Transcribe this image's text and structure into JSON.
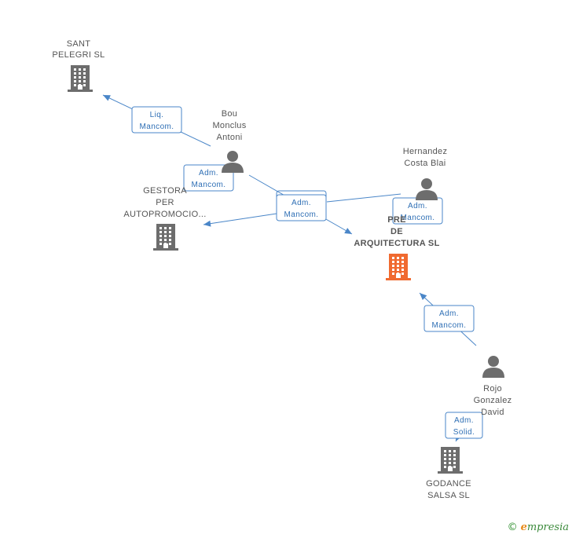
{
  "nodes": [
    {
      "id": "sant",
      "type": "company",
      "lines": [
        "SANT",
        "PELEGRI SL"
      ],
      "color": "#6d6d6d"
    },
    {
      "id": "bou",
      "type": "person",
      "lines": [
        "Bou",
        "Monclus",
        "Antoni"
      ],
      "color": "#6d6d6d"
    },
    {
      "id": "gestora",
      "type": "company",
      "lines": [
        "GESTORA",
        "PER",
        "AUTOPROMOCIO..."
      ],
      "color": "#6d6d6d"
    },
    {
      "id": "hernandez",
      "type": "person",
      "lines": [
        "Hernandez",
        "Costa Blai"
      ],
      "color": "#6d6d6d"
    },
    {
      "id": "pre",
      "type": "company",
      "lines": [
        "PRE",
        "DE",
        "ARQUITECTURA SL"
      ],
      "color": "#f06a30",
      "main": true
    },
    {
      "id": "rojo",
      "type": "person",
      "lines": [
        "Rojo",
        "Gonzalez",
        "David"
      ],
      "color": "#6d6d6d"
    },
    {
      "id": "godance",
      "type": "company",
      "lines": [
        "GODANCE",
        "SALSA SL"
      ],
      "color": "#6d6d6d"
    }
  ],
  "edges": [
    {
      "from": "bou",
      "to": "sant",
      "role": [
        "Liq.",
        "Mancom."
      ]
    },
    {
      "from": "bou",
      "to": "gestora",
      "role": [
        "Adm.",
        "Mancom."
      ]
    },
    {
      "from": "bou",
      "to": "pre",
      "role": [
        "Adm.",
        "Mancom."
      ]
    },
    {
      "from": "hernandez",
      "to": "gestora",
      "role": [
        "Adm.",
        "Mancom."
      ]
    },
    {
      "from": "hernandez",
      "to": "pre",
      "role": [
        "Adm.",
        "Mancom."
      ]
    },
    {
      "from": "rojo",
      "to": "pre",
      "role": [
        "Adm.",
        "Mancom."
      ]
    },
    {
      "from": "rojo",
      "to": "godance",
      "role": [
        "Adm.",
        "Solid."
      ]
    }
  ],
  "brand": {
    "copyright": "©",
    "name_first": "e",
    "name_rest": "mpresia"
  }
}
